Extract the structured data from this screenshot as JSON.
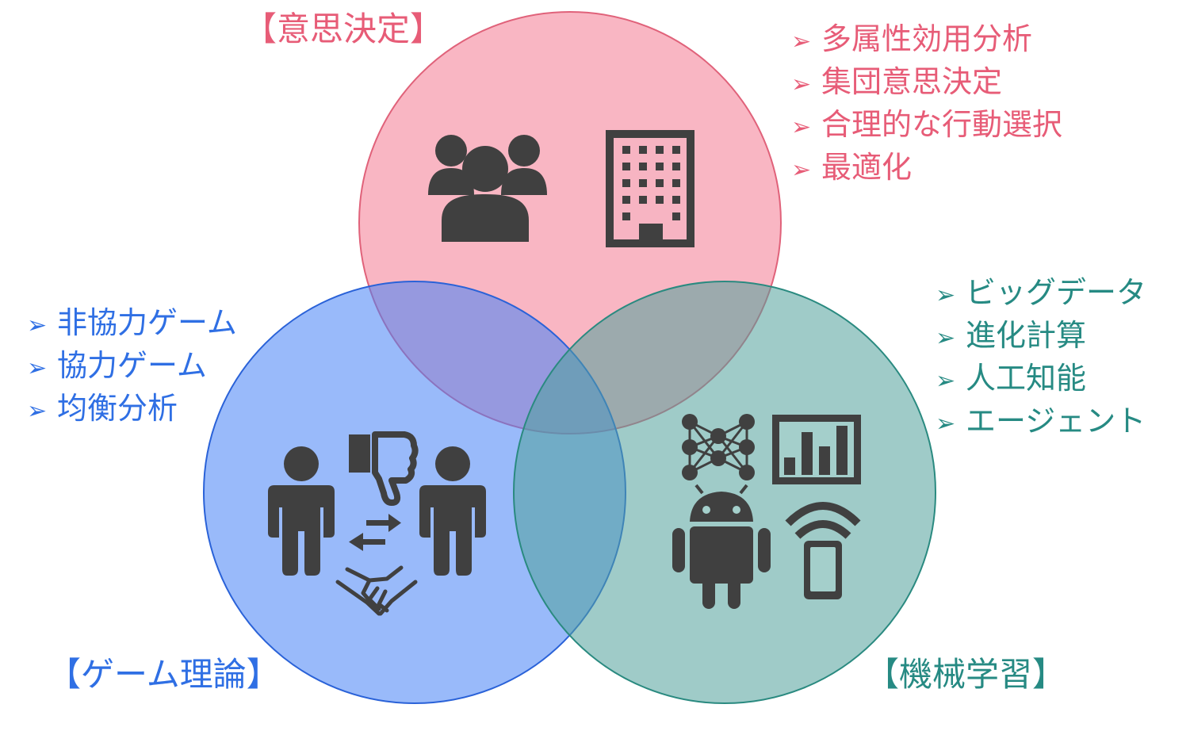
{
  "colors": {
    "decision": "#e75c77",
    "game": "#2f6fe4",
    "ml": "#268a83",
    "icon": "#404040"
  },
  "decision": {
    "title": "【意思決定】",
    "items": [
      "多属性効用分析",
      "集団意思決定",
      "合理的な行動選択",
      "最適化"
    ],
    "icons": [
      "group-of-people-icon",
      "office-building-icon"
    ]
  },
  "game": {
    "title": "【ゲーム理論】",
    "items": [
      "非協力ゲーム",
      "協力ゲーム",
      "均衡分析"
    ],
    "icons": [
      "person-icon",
      "thumbs-down-icon",
      "exchange-arrows-icon",
      "handshake-icon"
    ]
  },
  "ml": {
    "title": "【機械学習】",
    "items": [
      "ビッグデータ",
      "進化計算",
      "人工知能",
      "エージェント"
    ],
    "icons": [
      "neural-network-icon",
      "bar-chart-icon",
      "android-robot-icon",
      "smartphone-signal-icon"
    ]
  },
  "bullet": "➢"
}
